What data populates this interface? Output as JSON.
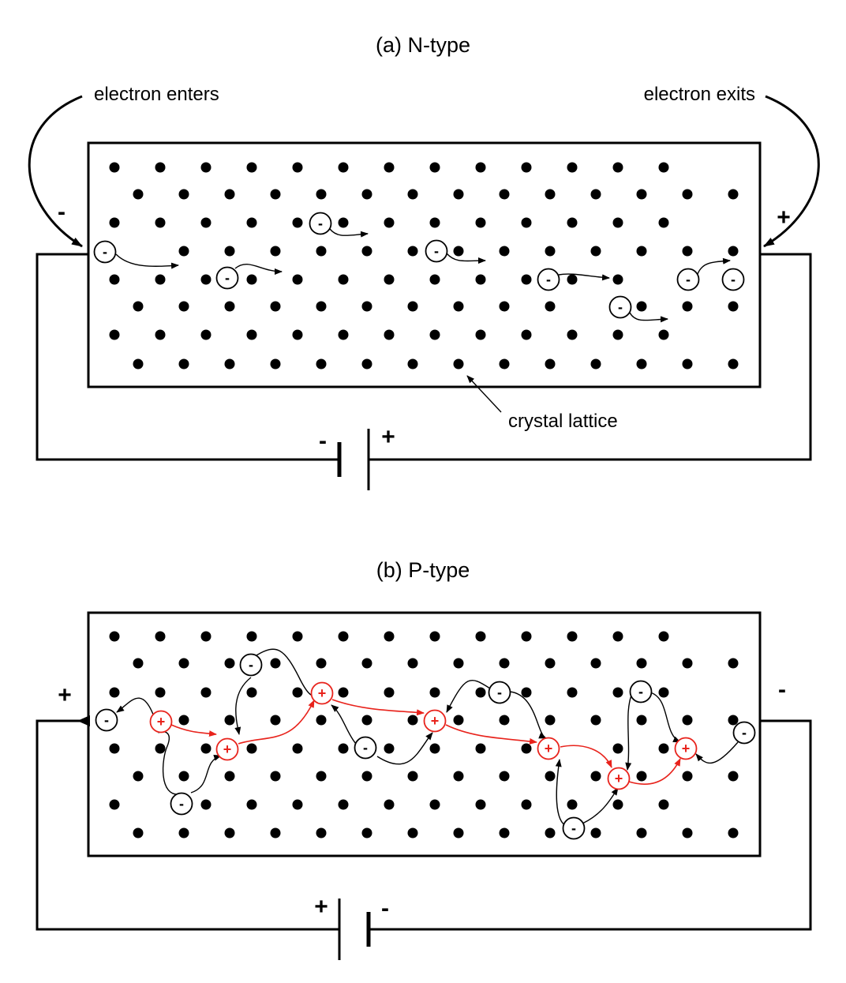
{
  "panel_a": {
    "title": "(a) N-type",
    "label_left": "electron enters",
    "label_right": "electron exits",
    "label_lattice": "crystal lattice",
    "sign_left": "-",
    "sign_right": "+",
    "battery_neg": "-",
    "battery_pos": "+",
    "electron_symbol": "-"
  },
  "panel_b": {
    "title": "(b) P-type",
    "sign_left": "+",
    "sign_right": "-",
    "battery_pos": "+",
    "battery_neg": "-",
    "electron_symbol": "-",
    "hole_symbol": "+"
  },
  "colors": {
    "line": "#000000",
    "hole": "#e8231c",
    "background": "#ffffff"
  }
}
